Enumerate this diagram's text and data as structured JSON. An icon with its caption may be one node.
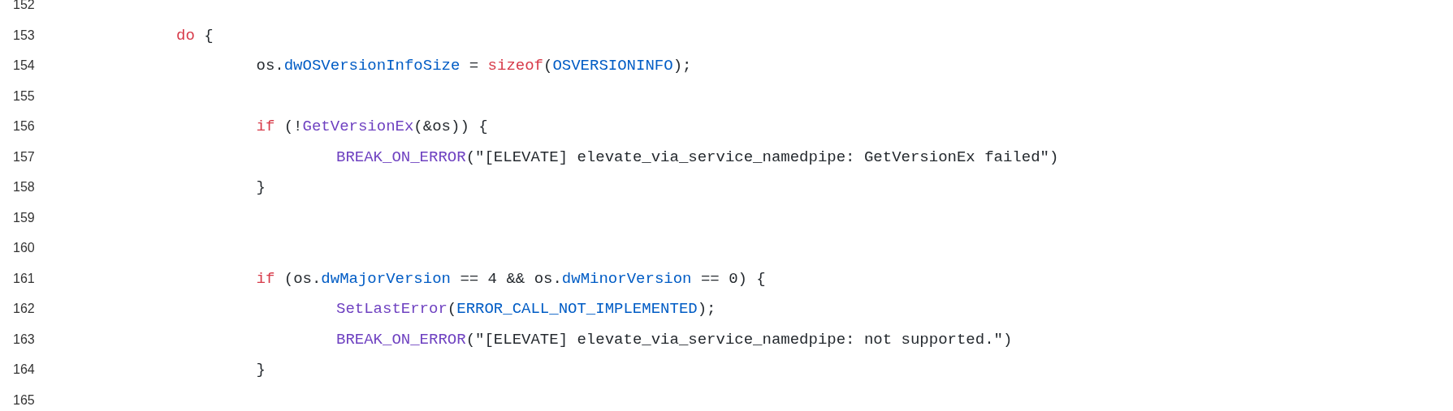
{
  "diagram": {
    "labels": [
      "152",
      "153",
      "do {",
      "154",
      "os.dwOSVersionInfoSize = sizeof(OSVERSIONINFO);",
      "155",
      "156",
      "if (!GetVersionEx(&os)) {",
      "157",
      "BREAK_ON_ERROR(\"[ELEVATE] elevate_via_service_namedpipe: GetVersionEx failed\")",
      "158",
      "}",
      "159",
      "160",
      "161",
      "if (os.dwMajorVersion == 4 && os.dwMinorVersion == 0) {",
      "162",
      "SetLastError(ERROR_CALL_NOT_IMPLEMENTED);",
      "163",
      "BREAK_ON_ERROR(\"[ELEVATE] elevate_via_service_namedpipe: not supported.\")",
      "164",
      "}",
      "165"
    ]
  }
}
